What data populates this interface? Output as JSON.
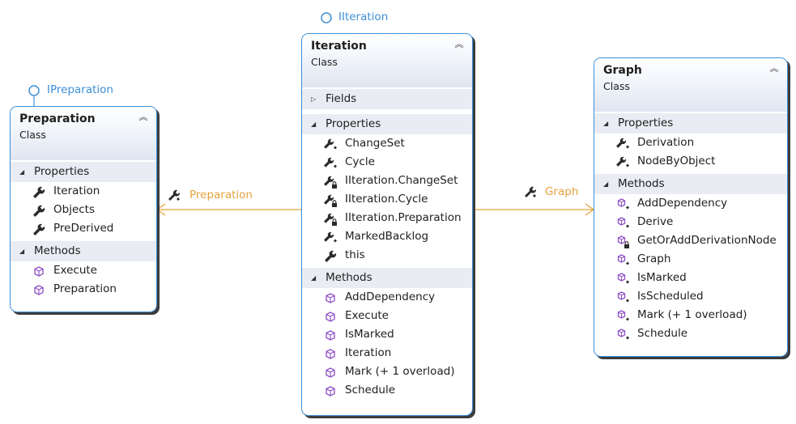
{
  "preparation": {
    "interface": "IPreparation",
    "title": "Preparation",
    "kind": "Class",
    "properties_label": "Properties",
    "properties": [
      {
        "name": "Iteration",
        "icon": "wrench-icon"
      },
      {
        "name": "Objects",
        "icon": "wrench-icon"
      },
      {
        "name": "PreDerived",
        "icon": "wrench-icon"
      }
    ],
    "methods_label": "Methods",
    "methods": [
      {
        "name": "Execute",
        "icon": "method-cube-icon"
      },
      {
        "name": "Preparation",
        "icon": "method-cube-icon"
      }
    ]
  },
  "iteration": {
    "interface": "IIteration",
    "title": "Iteration",
    "kind": "Class",
    "fields_label": "Fields",
    "properties_label": "Properties",
    "properties": [
      {
        "name": "ChangeSet",
        "icon": "wrench-internal-icon"
      },
      {
        "name": "Cycle",
        "icon": "wrench-internal-icon"
      },
      {
        "name": "IIteration.ChangeSet",
        "icon": "wrench-private-icon"
      },
      {
        "name": "IIteration.Cycle",
        "icon": "wrench-private-icon"
      },
      {
        "name": "IIteration.Preparation",
        "icon": "wrench-private-icon"
      },
      {
        "name": "MarkedBacklog",
        "icon": "wrench-internal-icon"
      },
      {
        "name": "this",
        "icon": "wrench-icon"
      }
    ],
    "methods_label": "Methods",
    "methods": [
      {
        "name": "AddDependency",
        "icon": "method-cube-icon"
      },
      {
        "name": "Execute",
        "icon": "method-cube-icon"
      },
      {
        "name": "IsMarked",
        "icon": "method-cube-icon"
      },
      {
        "name": "Iteration",
        "icon": "method-cube-icon"
      },
      {
        "name": "Mark (+ 1 overload)",
        "icon": "method-cube-icon"
      },
      {
        "name": "Schedule",
        "icon": "method-cube-icon"
      }
    ]
  },
  "graph": {
    "title": "Graph",
    "kind": "Class",
    "properties_label": "Properties",
    "properties": [
      {
        "name": "Derivation",
        "icon": "wrench-internal-icon"
      },
      {
        "name": "NodeByObject",
        "icon": "wrench-internal-icon"
      }
    ],
    "methods_label": "Methods",
    "methods": [
      {
        "name": "AddDependency",
        "icon": "method-internal-icon"
      },
      {
        "name": "Derive",
        "icon": "method-internal-icon"
      },
      {
        "name": "GetOrAddDerivationNode",
        "icon": "method-private-icon"
      },
      {
        "name": "Graph",
        "icon": "method-internal-icon"
      },
      {
        "name": "IsMarked",
        "icon": "method-internal-icon"
      },
      {
        "name": "IsScheduled",
        "icon": "method-internal-icon"
      },
      {
        "name": "Mark (+ 1 overload)",
        "icon": "method-internal-icon"
      },
      {
        "name": "Schedule",
        "icon": "method-internal-icon"
      }
    ]
  },
  "associations": {
    "iteration_to_preparation": "Preparation",
    "iteration_to_graph": "Graph"
  },
  "colors": {
    "box_border": "#3d8fd6",
    "association": "#e6a23c",
    "method_icon": "#8e4fc6"
  }
}
